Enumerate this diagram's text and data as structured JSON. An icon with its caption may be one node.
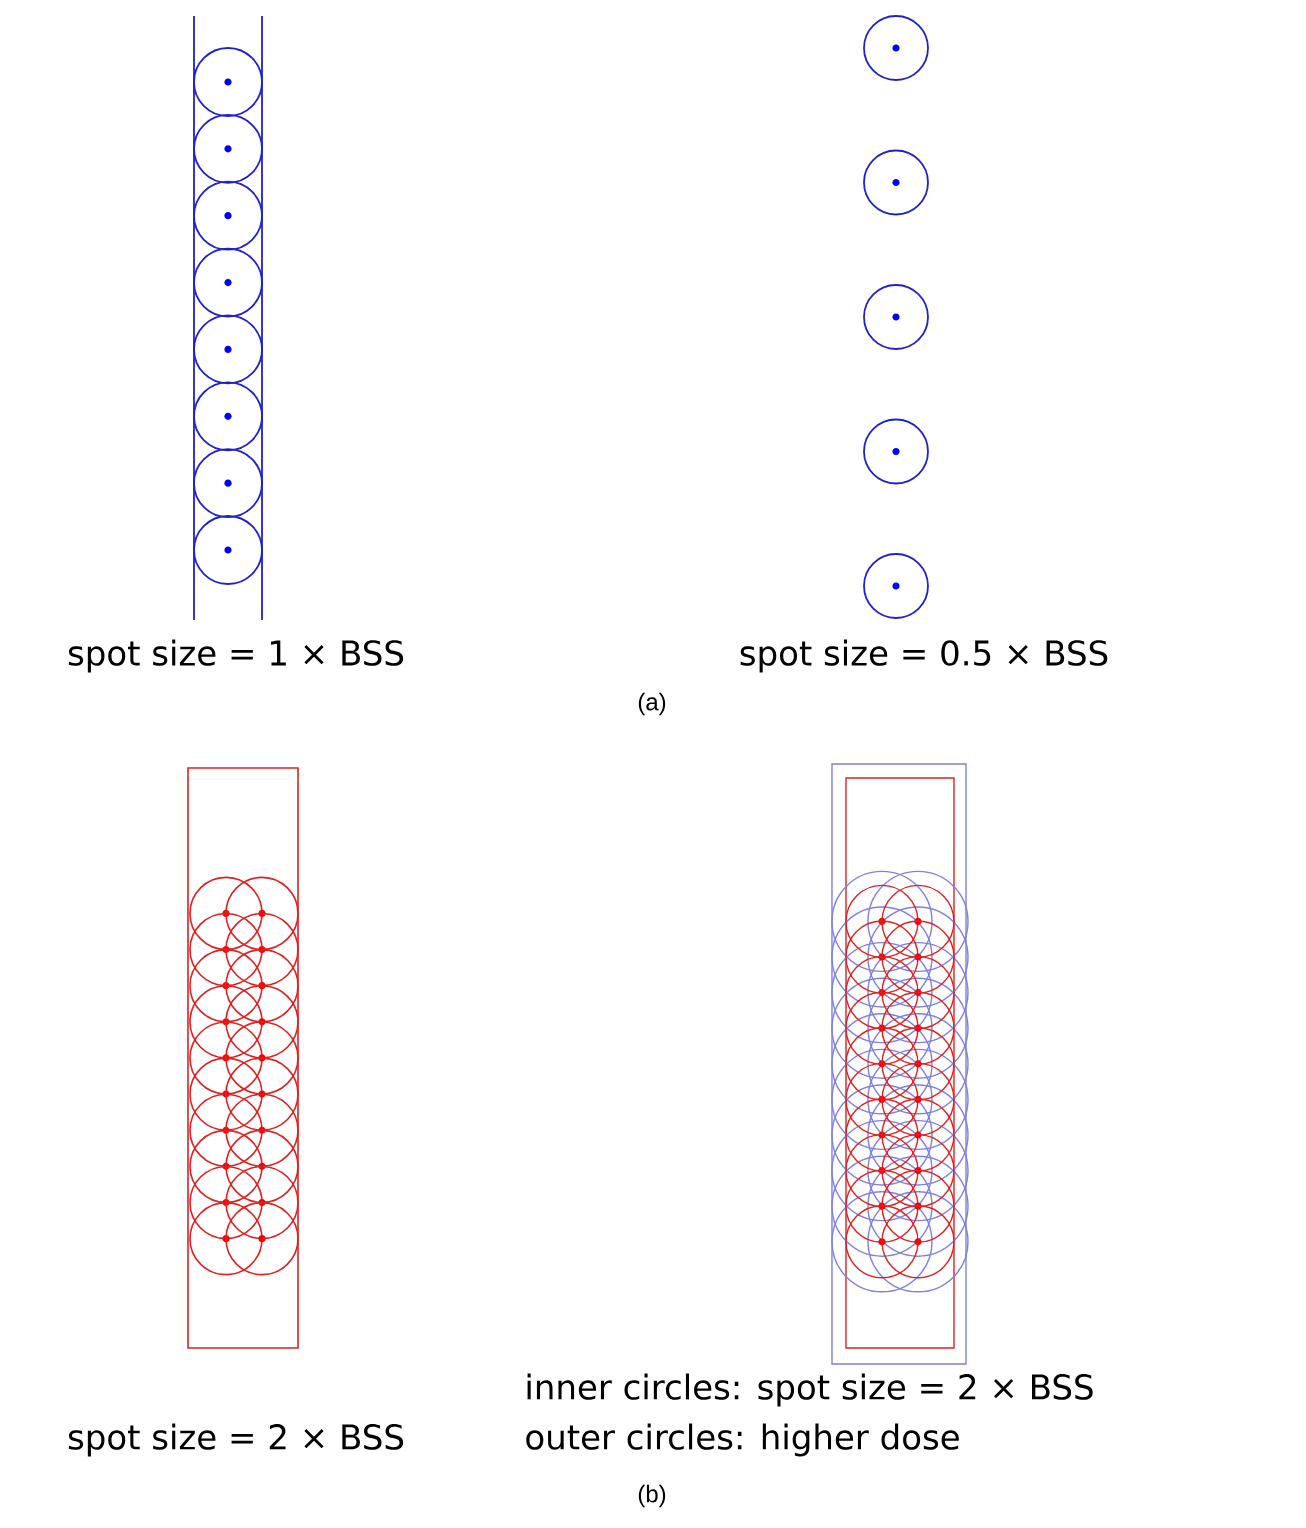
{
  "diagram": {
    "labels": [
      "spot size = 1 × BSS",
      "spot size = 0.5 × BSS",
      "(a)",
      "spot size = 2 × BSS",
      "inner circles: spot size = 2 × BSS",
      "outer circles: higher dose",
      "(b)"
    ]
  }
}
